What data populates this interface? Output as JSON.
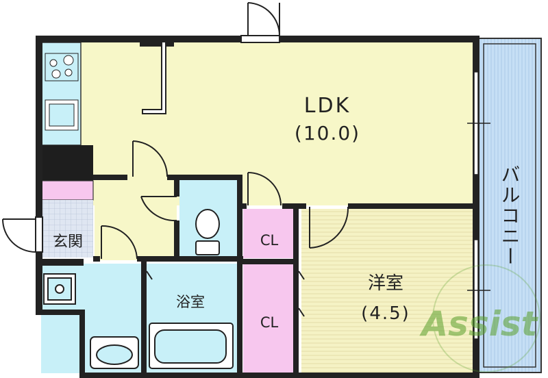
{
  "rooms": {
    "ldk": {
      "name": "LDK",
      "size": "(10.0)"
    },
    "western": {
      "name": "洋室",
      "size": "(4.5)"
    },
    "bath": {
      "name": "浴室"
    },
    "closet_upper": {
      "name": "CL"
    },
    "closet_lower": {
      "name": "CL"
    },
    "entrance": {
      "name": "玄関"
    },
    "balcony": {
      "name": "バルコニー"
    }
  },
  "watermark": {
    "text": "Assist"
  },
  "colors": {
    "ldk": "#f7f7c8",
    "western": "#f5f2c4",
    "water": "#c8f0f8",
    "closet": "#f7c7ee",
    "balcony": "#c6dff5",
    "wall": "#222222",
    "watermark": "#5aa02c"
  }
}
